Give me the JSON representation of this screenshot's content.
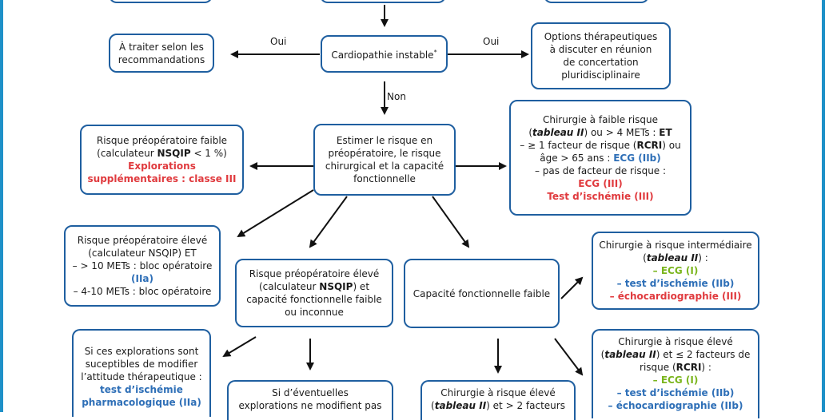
{
  "labels": {
    "oui_left": "Oui",
    "oui_right": "Oui",
    "non": "Non"
  },
  "colors": {
    "border": "#1f5fa0",
    "frame": "#1e90c8",
    "red": "#e03a3e",
    "blue": "#2e6fb7",
    "green": "#7ab51d"
  },
  "boxes": {
    "a_traiter": {
      "l1": "À traiter selon les",
      "l2": "recommandations"
    },
    "cardiopathie": {
      "text": "Cardiopathie instable",
      "star": "*"
    },
    "options": {
      "l1": "Options thérapeutiques",
      "l2": "à discuter en réunion",
      "l3": "de concertation",
      "l4": "pluridisciplinaire"
    },
    "risque_faible": {
      "l1": "Risque préopératoire faible",
      "l2a": "(calculateur ",
      "l2b": "NSQIP",
      "l2c": " < 1 %)",
      "l3": "Explorations",
      "l4": "supplémentaires : classe III"
    },
    "estimer": {
      "l1": "Estimer le risque en",
      "l2": "préopératoire, le risque",
      "l3": "chirurgical et la capacité",
      "l4": "fonctionnelle"
    },
    "chir_faible": {
      "l1": "Chirurgie à faible risque",
      "l2a": "(",
      "l2b": "tableau II",
      "l2c": ") ou > 4 METs : ",
      "l2d": "ET",
      "l3a": "– ≥ 1 facteur de risque (",
      "l3b": "RCRI",
      "l3c": ") ou",
      "l4a": "âge > 65 ans : ",
      "l4b": "ECG (IIb)",
      "l5": "– pas de facteur de risque :",
      "l6": "ECG (III)",
      "l7": "Test d’ischémie (III)"
    },
    "risque_eleve_mets": {
      "l1": "Risque préopératoire élevé",
      "l2": "(calculateur NSQIP) ET",
      "l3": "– > 10 METs : bloc opératoire",
      "l4": "(IIa)",
      "l5": "– 4-10 METs : bloc opératoire"
    },
    "risque_eleve_capacite": {
      "l1": "Risque préopératoire élevé",
      "l2a": "(calculateur ",
      "l2b": "NSQIP",
      "l2c": ") et",
      "l3": "capacité fonctionnelle faible",
      "l4": "ou inconnue"
    },
    "capacite_faible": {
      "text": "Capacité fonctionnelle faible"
    },
    "chir_intermediaire": {
      "l1": "Chirurgie à risque intermédiaire",
      "l2a": "(",
      "l2b": "tableau II",
      "l2c": ") :",
      "l3": "– ECG (I)",
      "l4": "– test d’ischémie (IIb)",
      "l5": "– échocardiographie (III)"
    },
    "si_explorations": {
      "l1": "Si ces explorations sont",
      "l2": "suceptibles de modifier",
      "l3": "l’attitude thérapeutique :",
      "l4": "test d’ischémie",
      "l5": "pharmacologique (IIa)"
    },
    "si_eventuelles": {
      "l1": "Si d’éventuelles",
      "l2": "explorations ne modifient pas"
    },
    "chir_eleve_2": {
      "l1": "Chirurgie à risque élevé",
      "l2a": "(",
      "l2b": "tableau II",
      "l2c": ") et > 2 facteurs"
    },
    "chir_eleve_le2": {
      "l1": "Chirurgie à risque élevé",
      "l2a": "(",
      "l2b": "tableau II",
      "l2c": ") et ≤ 2 facteurs de",
      "l3a": "risque (",
      "l3b": "RCRI",
      "l3c": ") :",
      "l4": "– ECG (I)",
      "l5": "– test d’ischémie (IIb)",
      "l6": "– échocardiographie (IIb)"
    }
  }
}
